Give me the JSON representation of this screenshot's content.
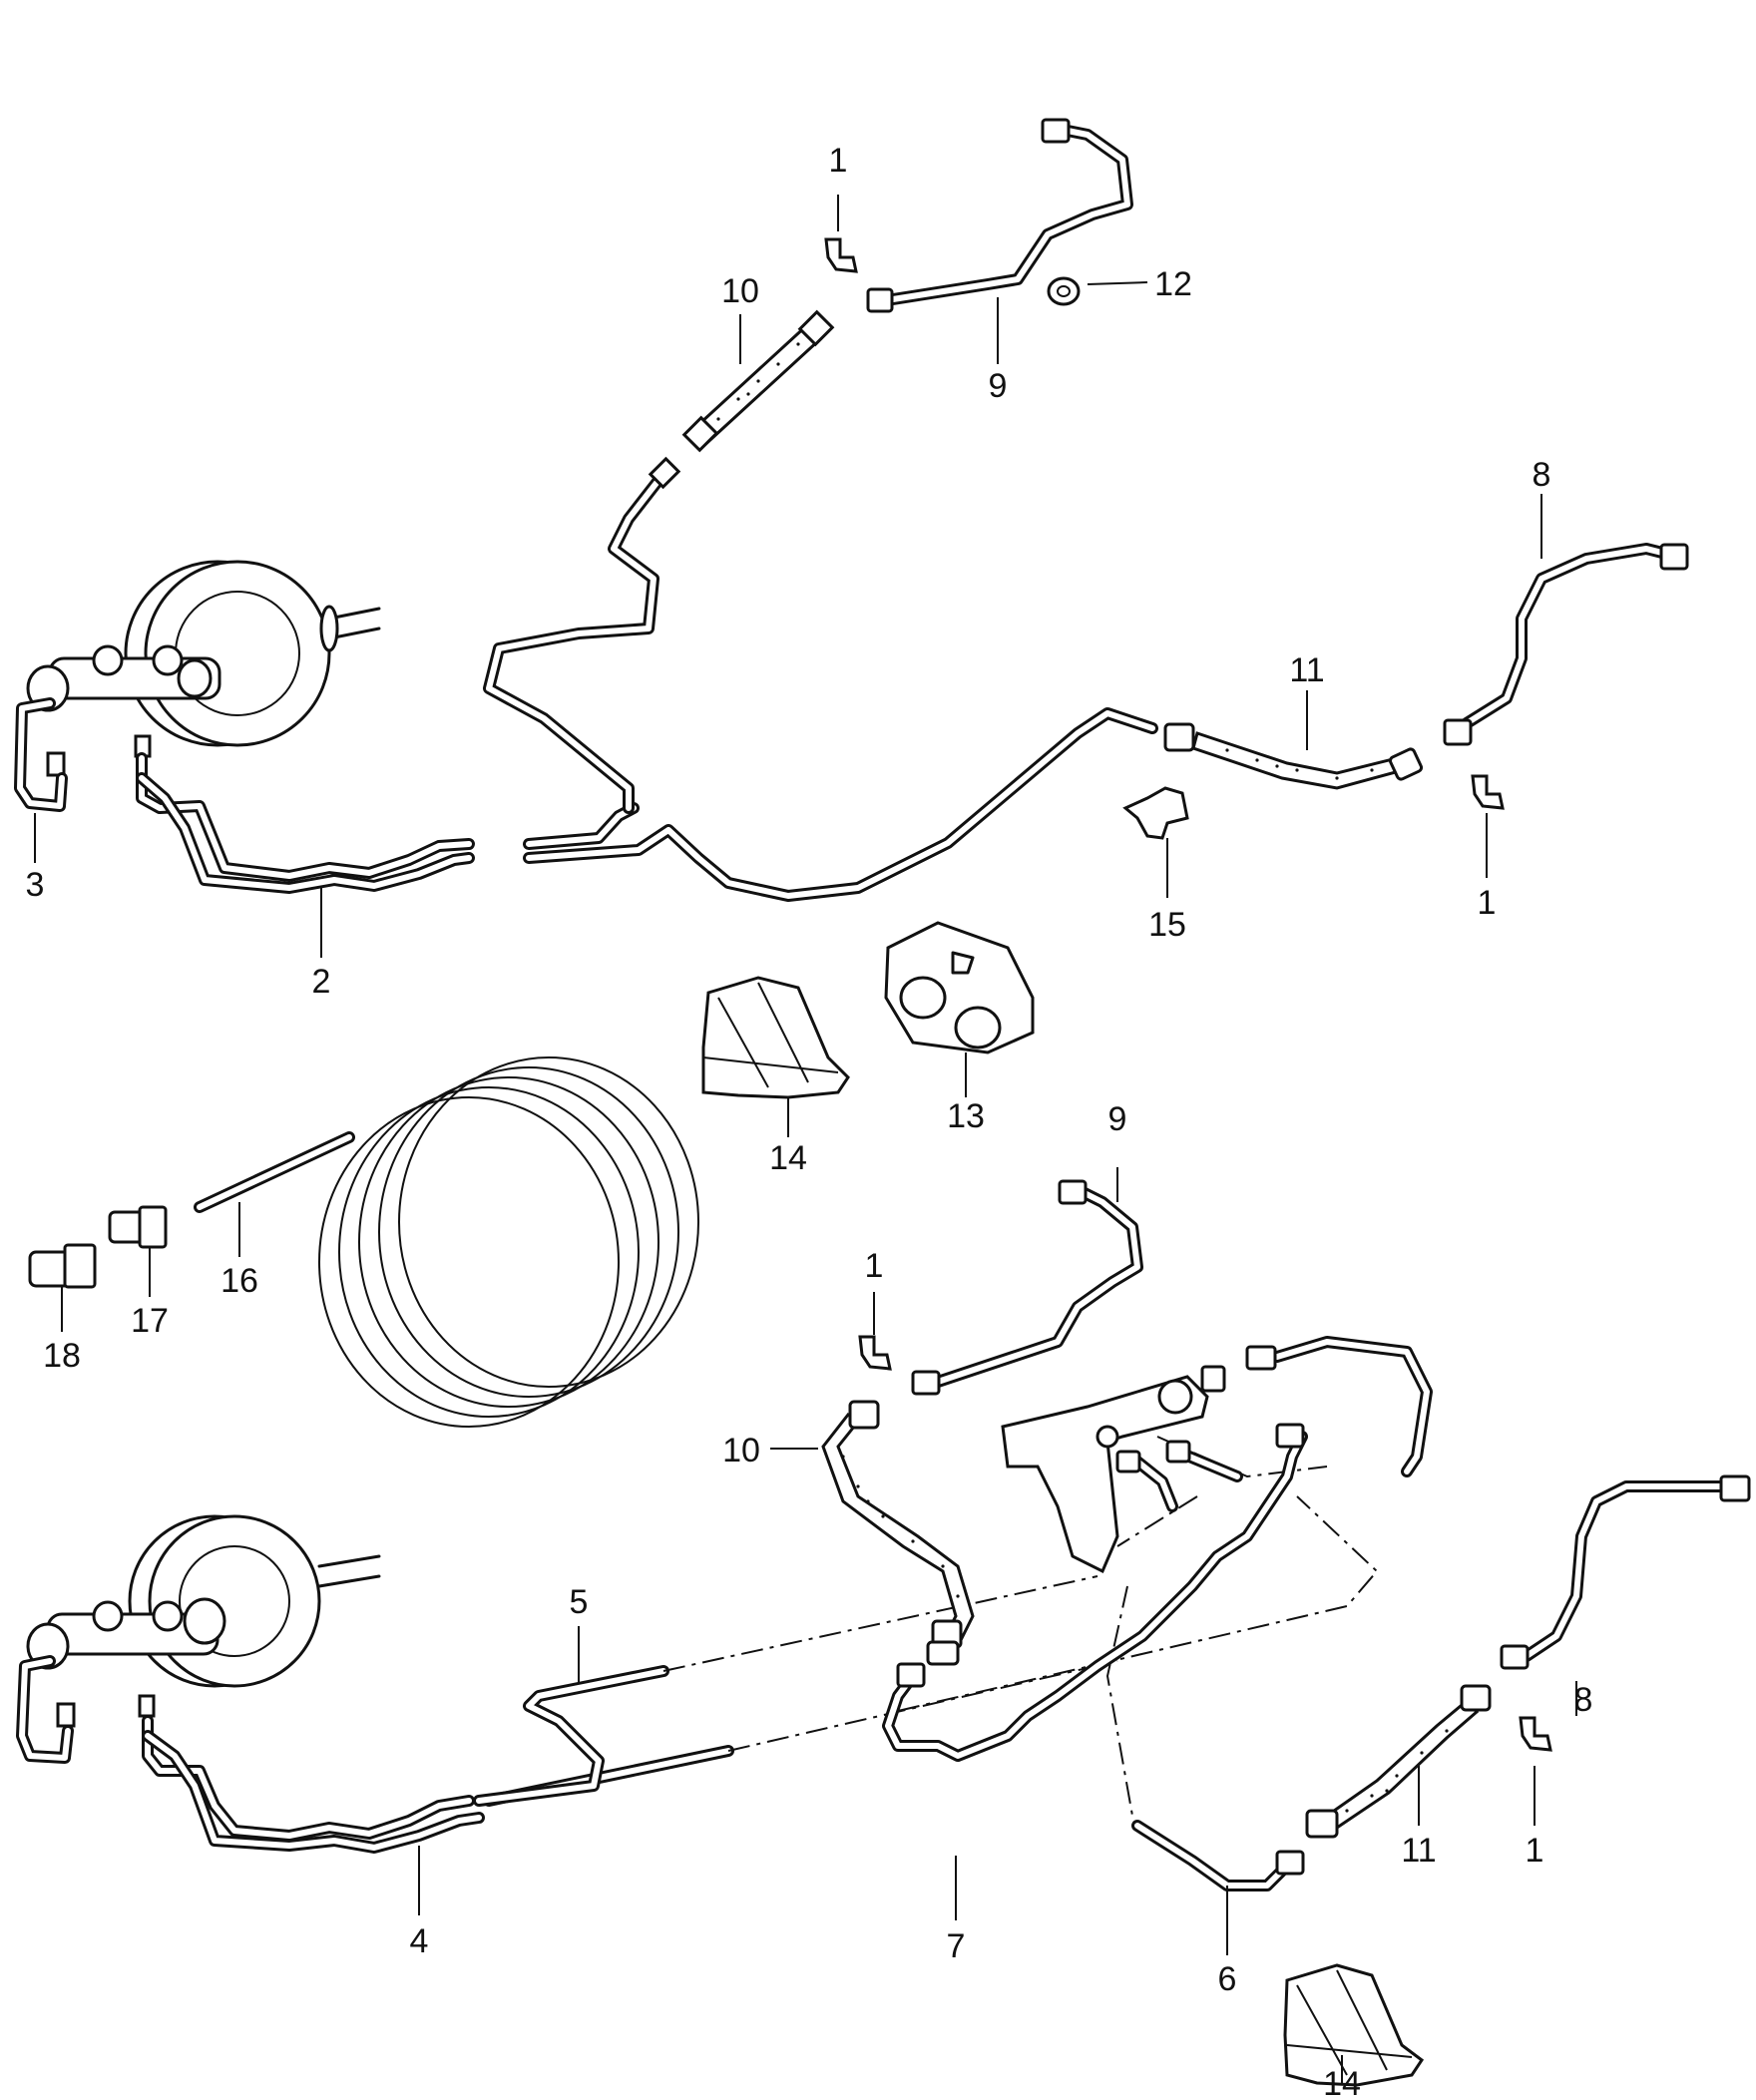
{
  "callouts": {
    "upper_1a": "1",
    "upper_10": "10",
    "upper_12": "12",
    "upper_9": "9",
    "upper_8": "8",
    "upper_11": "11",
    "upper_3": "3",
    "upper_2": "2",
    "upper_15": "15",
    "upper_1b": "1",
    "mid_14": "14",
    "mid_13": "13",
    "mid_16": "16",
    "mid_17": "17",
    "mid_18": "18",
    "lower_9": "9",
    "lower_1a": "1",
    "lower_10": "10",
    "lower_5": "5",
    "lower_8": "8",
    "lower_11": "11",
    "lower_1b": "1",
    "lower_4": "4",
    "lower_7": "7",
    "lower_6": "6",
    "lower_14": "14"
  }
}
